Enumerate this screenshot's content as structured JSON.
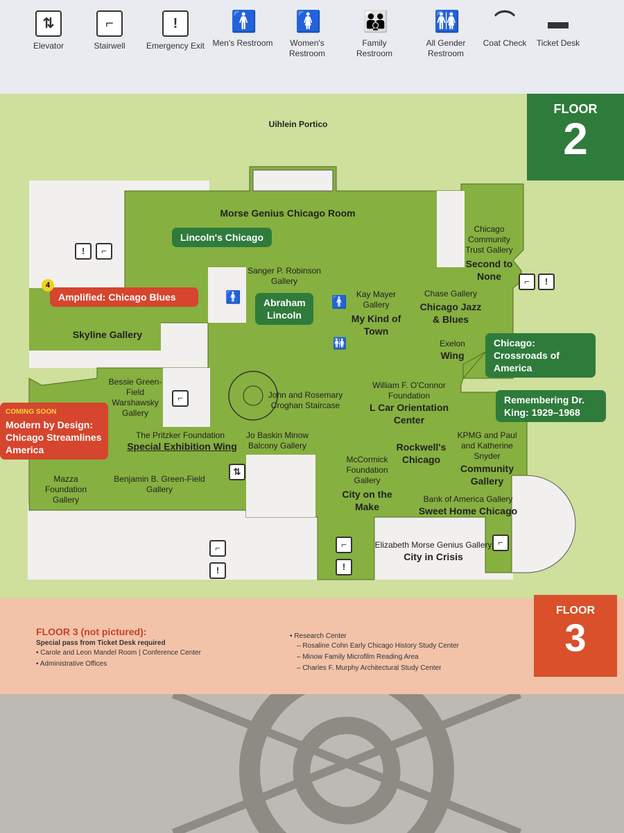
{
  "legend": [
    {
      "icon": "elevator-icon",
      "glyph": "⇅",
      "label": "Elevator"
    },
    {
      "icon": "stairwell-icon",
      "glyph": "⌐",
      "label": "Stairwell"
    },
    {
      "icon": "emergency-exit-icon",
      "glyph": "!",
      "label": "Emergency Exit"
    },
    {
      "icon": "mens-restroom-icon",
      "glyph": "🚹",
      "label": "Men's Restroom"
    },
    {
      "icon": "womens-restroom-icon",
      "glyph": "🚺",
      "label": "Women's Restroom"
    },
    {
      "icon": "family-restroom-icon",
      "glyph": "👪",
      "label": "Family Restroom"
    },
    {
      "icon": "all-gender-restroom-icon",
      "glyph": "🚻",
      "label": "All Gender Restroom"
    },
    {
      "icon": "coat-check-icon",
      "glyph": "⌒",
      "label": "Coat Check"
    },
    {
      "icon": "ticket-desk-icon",
      "glyph": "▬",
      "label": "Ticket Desk"
    }
  ],
  "floor2": {
    "label": "FLOOR",
    "number": "2"
  },
  "rooms": {
    "portico": "Uihlein Portico",
    "morse": "Morse Genius Chicago Room",
    "sanger": "Sanger P. Robinson Gallery",
    "skyline": "Skyline Gallery",
    "kay_sub": "Kay Mayer Gallery",
    "kay": "My Kind of Town",
    "chase_sub": "Chase Gallery",
    "chase": "Chicago Jazz & Blues",
    "cct_sub": "Chicago Community Trust Gallery",
    "cct": "Second to None",
    "exelon_sub": "Exelon",
    "exelon": "Wing",
    "bessie": "Bessie Green-Field Warshawsky Gallery",
    "croghan": "John and Rosemary Croghan Staircase",
    "oconnor_sub": "William F. O'Connor Foundation",
    "oconnor": "L Car Orientation Center",
    "pritzker_sub": "The Pritzker Foundation",
    "pritzker": "Special Exhibition Wing",
    "minow": "Jo Baskin Minow Balcony Gallery",
    "rockwell": "Rockwell's Chicago",
    "mccormick_sub": "McCormick Foundation Gallery",
    "mccormick": "City on the Make",
    "kpmg_sub": "KPMG and Paul and Katherine Snyder",
    "kpmg": "Community Gallery",
    "boa_sub": "Bank of America Gallery",
    "boa": "Sweet Home Chicago",
    "mazza": "Mazza Foundation Gallery",
    "greenfield": "Benjamin B. Green-Field Gallery",
    "emg_sub": "Elizabeth Morse Genius Gallery",
    "emg": "City in Crisis"
  },
  "callouts": {
    "lincolns_chicago": "Lincoln's Chicago",
    "abraham_lincoln": "Abraham Lincoln",
    "amplified": "Amplified: Chicago Blues",
    "amplified_badge": "4",
    "crossroads": "Chicago: Crossroads of America",
    "dr_king": "Remembering Dr. King: 1929–1968",
    "coming_soon": "COMING SOON",
    "modern": "Modern by Design: Chicago Streamlines America"
  },
  "floor3": {
    "label": "FLOOR",
    "number": "3",
    "title": "FLOOR 3 (not pictured):",
    "note": "Special pass from Ticket Desk required",
    "left_items": [
      "• Carole and Leon Mandel Room | Conference Center",
      "• Administrative Offices"
    ],
    "research": "• Research Center",
    "research_items": [
      "– Rosaline Cohn Early Chicago History Study Center",
      "– Minow Family Microfilm Reading Area",
      "– Charles F. Murphy Architectural Study Center"
    ]
  },
  "colors": {
    "dark_green": "#2f7b3c",
    "map_green": "#86b040",
    "panel": "#cfdf9c",
    "red": "#d6452e",
    "peach": "#f2c3a9"
  }
}
